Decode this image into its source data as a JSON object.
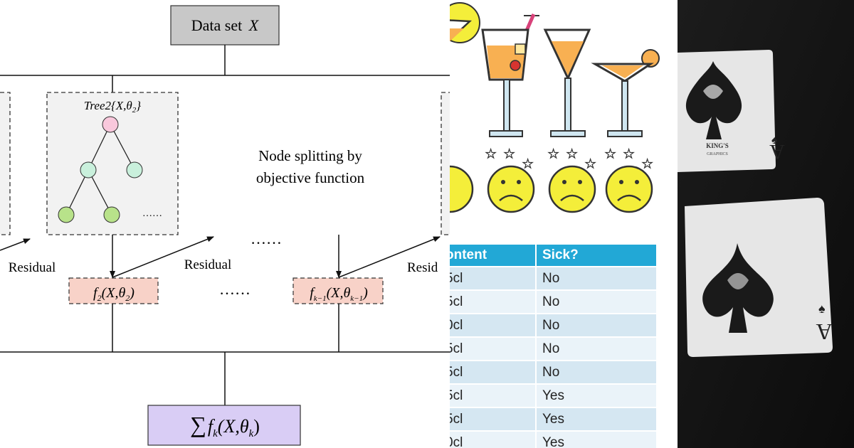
{
  "diagram": {
    "dataset_label": "Data set",
    "dataset_var": "X",
    "tree_label_name": "Tree2",
    "tree_label_args": "{X,θ",
    "tree_label_sub": "2",
    "tree_label_close": "}",
    "tree_more": "……",
    "node_splitting_line1": "Node splitting by",
    "node_splitting_line2": "objective function",
    "middle_ellipsis": "……",
    "lower_ellipsis": "……",
    "residual_left": "Residual",
    "residual_middle": "Residual",
    "residual_right": "Resid",
    "f2": "f",
    "f2_sub": "2",
    "f2_args": "(X,θ",
    "f2_args_sub": "2",
    "fk1": "f",
    "fk1_sub": "k−1",
    "fk1_args": "(X,θ",
    "fk1_args_sub": "k−1",
    "sum_symbol": "∑",
    "sum_f": "f",
    "sum_sub": "k",
    "sum_args": "(X,θ",
    "sum_args_sub": "k",
    "colors": {
      "dataset_box": "#c8c8c8",
      "tree_box": "#f2f2f2",
      "f_box": "#f8d2c8",
      "sum_box": "#d9cdf5",
      "root_node": "#f9c8dc",
      "mid_node": "#c9f0dc",
      "leaf_node": "#b8e28a"
    }
  },
  "cocktails": {
    "table": {
      "headers": [
        "ontent",
        "Sick?"
      ],
      "rows": [
        [
          "5cl",
          "No"
        ],
        [
          "5cl",
          "No"
        ],
        [
          "0cl",
          "No"
        ],
        [
          "5cl",
          "No"
        ],
        [
          "5cl",
          "No"
        ],
        [
          "5cl",
          "Yes"
        ],
        [
          "5cl",
          "Yes"
        ],
        [
          "0cl",
          "Yes"
        ]
      ]
    },
    "colors": {
      "header": "#22a8d6",
      "face": "#f4ee3a",
      "drink": "#f8b052"
    }
  },
  "cards": {
    "top_card_text": "KING'S",
    "top_card_subtext": "GRAPHICS",
    "rank": "A",
    "colors": {
      "table": "#121212",
      "card": "#e6e6e6"
    }
  }
}
